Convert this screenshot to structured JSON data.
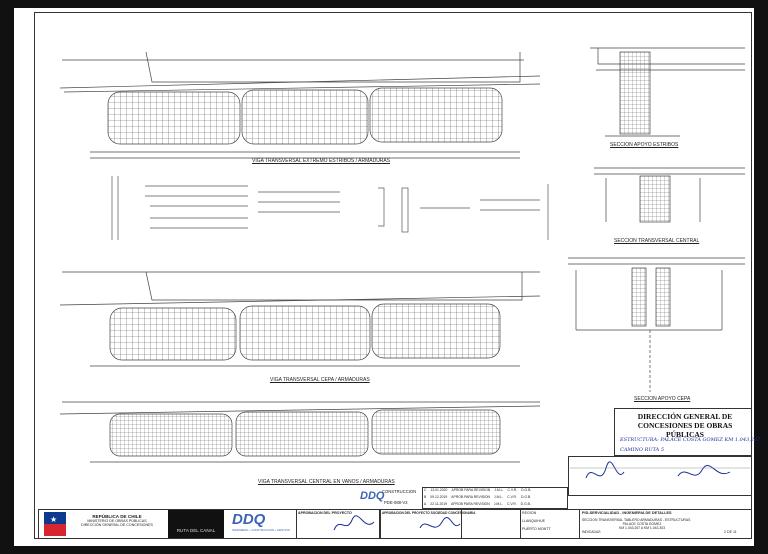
{
  "drawing": {
    "caption_top_beam": "VIGA TRANSVERSAL EXTREMO ESTRIBOS / ARMADURAS",
    "caption_middle_beam": "VIGA TRANSVERSAL CEPA / ARMADURAS",
    "caption_bottom_beam": "VIGA TRANSVERSAL CENTRAL EN VANOS / ARMADURAS",
    "caption_section_stirrup": "SECCION APOYO ESTRIBOS",
    "caption_section_central": "SECCION TRANSVERSAL CENTRAL",
    "caption_section_pier": "SECCION APOYO CEPA"
  },
  "title_block": {
    "authority_line1": "DIRECCIÓN GENERAL DE",
    "authority_line2": "CONCESIONES DE OBRAS PÚBLICAS",
    "contract_handwritten": "ESTRUCTURA: PALACE COSTA GOMEZ KM 1.043,267",
    "route_handwritten": "CAMINO RUTA 5",
    "project_title": "PID-SERVICIALIDAD - INGENIERIA DE DETALLES",
    "drawing_title": "SECCION TRANSVERSAL TABLERO ARMADURAS - ESTRUCTURAS",
    "structure_name": "PALACE COSTA GOMEZ",
    "km_range": "KM 1.043,267 A KM 1.043,303",
    "code": "PDE-088-V3",
    "approval_header": "APROBACION DEL PROYECTO",
    "approval_header2": "APROBACION DEL PROYECTO SOCIEDAD CONCESIONARIA",
    "construction": "CONSTRUCCION",
    "region": "REGION",
    "provincia": "LLANQUIHUE",
    "comuna": "PUERTO MONTT",
    "scale": "INDICADAS",
    "sheet": "2 DE 11"
  },
  "logos": {
    "gov_line1": "REPÚBLICA DE CHILE",
    "gov_line2": "MINISTERIO DE OBRAS PÚBLICAS",
    "gov_line3": "DIRECCIÓN GENERAL DE CONCESIONES",
    "ruta_del_canal": "RUTA DEL CANAL",
    "ddq": "DDQ",
    "ddq_tagline": "INGENIERIA + CONSTRUCCION + GESTION"
  },
  "revisions": [
    {
      "rev": "C",
      "date": "13.01.2020",
      "desc": "APROB PARA REVISION",
      "by": "J.M.L.",
      "chk": "C.V.R.",
      "app": "D.G.B."
    },
    {
      "rev": "B",
      "date": "09.12.2019",
      "desc": "APROB PARA REVISION",
      "by": "J.M.L.",
      "chk": "C.V.R.",
      "app": "D.G.B."
    },
    {
      "rev": "A",
      "date": "22.11.2019",
      "desc": "APROB PARA REVISION",
      "by": "J.M.L.",
      "chk": "C.V.R.",
      "app": "D.G.B."
    }
  ],
  "colors": {
    "line": "#555555",
    "sig_blue": "#1a2f9a",
    "gov_blue": "#0b3a8e",
    "gov_red": "#d6262e",
    "ddq_blue": "#3c63b6"
  }
}
